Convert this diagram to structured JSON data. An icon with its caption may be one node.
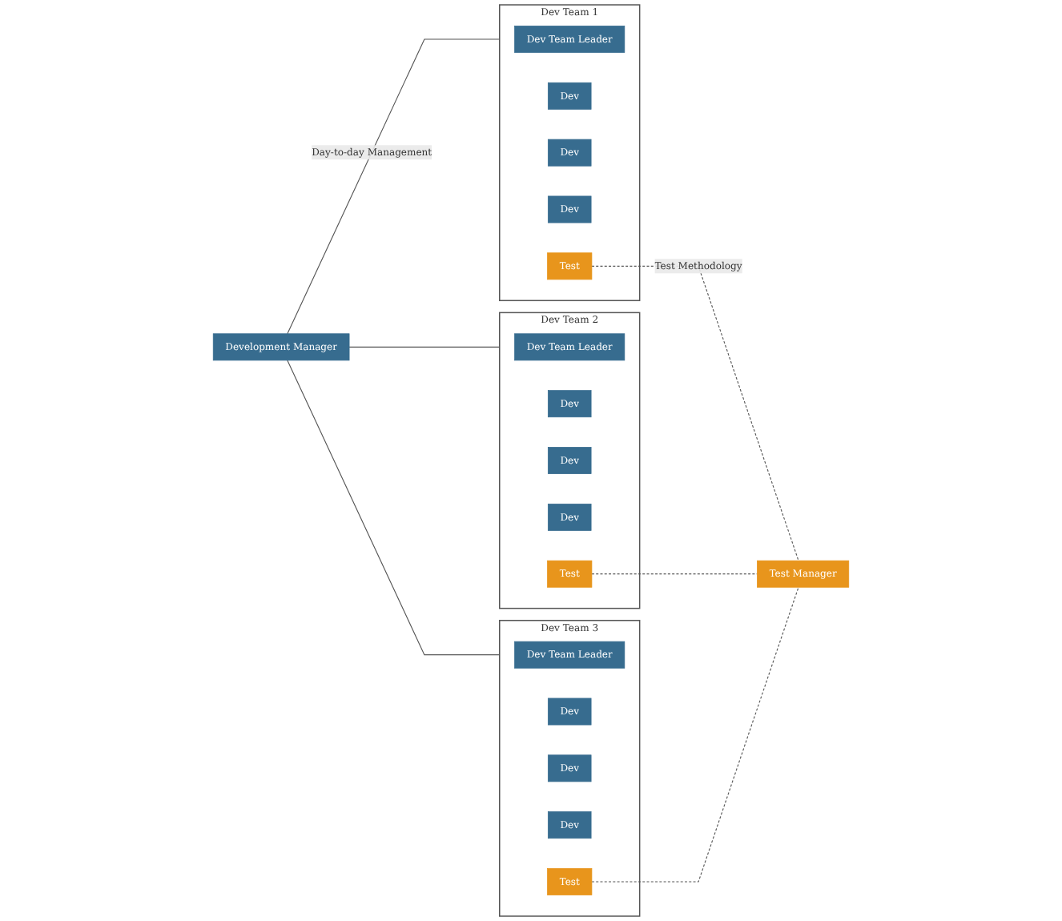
{
  "diagram": {
    "nodes": [
      {
        "text": [
          "Development Manager"
        ]
      },
      {
        "text": [
          "Test Manager"
        ]
      },
      {
        "text": [
          "Dev Team 1"
        ]
      },
      {
        "text": [
          "Dev Team Leader"
        ],
        "in": 2
      },
      {
        "text": [
          "Dev"
        ],
        "in": 2
      },
      {
        "text": [
          "Dev"
        ],
        "in": 2
      },
      {
        "text": [
          "Dev"
        ],
        "in": 2
      },
      {
        "text": [
          "Test"
        ],
        "in": 2
      },
      {
        "text": [
          "Dev Team 2"
        ]
      },
      {
        "text": [
          "Dev Team Leader"
        ],
        "in": 8
      },
      {
        "text": [
          "Dev"
        ],
        "in": 8
      },
      {
        "text": [
          "Dev"
        ],
        "in": 8
      },
      {
        "text": [
          "Dev"
        ],
        "in": 8
      },
      {
        "text": [
          "Test"
        ],
        "in": 8
      },
      {
        "text": [
          "Dev Team 3"
        ]
      },
      {
        "text": [
          "Dev Team Leader"
        ],
        "in": 14
      },
      {
        "text": [
          "Dev"
        ],
        "in": 14
      },
      {
        "text": [
          "Dev"
        ],
        "in": 14
      },
      {
        "text": [
          "Dev"
        ],
        "in": 14
      },
      {
        "text": [
          "Test"
        ],
        "in": 14
      }
    ],
    "edges": [
      {
        "from": 0,
        "to": 2,
        "arrow": "none",
        "label": "Day-to-day Management"
      },
      {
        "from": 0,
        "to": 8,
        "arrow": "none"
      },
      {
        "from": 0,
        "to": 14,
        "arrow": "none"
      },
      {
        "from": 7,
        "to": 1,
        "arrow": "none",
        "style": "dashed",
        "label": "Test Methodology"
      },
      {
        "from": 13,
        "to": 1,
        "arrow": "none",
        "style": "dashed"
      },
      {
        "from": 19,
        "to": 1,
        "arrow": "none",
        "style": "dashed"
      }
    ]
  }
}
